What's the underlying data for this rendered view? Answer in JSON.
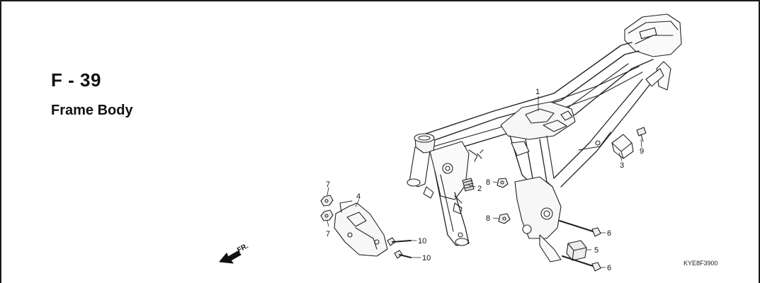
{
  "diagram": {
    "code": "F - 39",
    "title": "Frame Body",
    "reference": "KYE8F3900",
    "direction_label": "FR.",
    "callouts": [
      "1",
      "2",
      "3",
      "4",
      "5",
      "6",
      "6",
      "7",
      "7",
      "8",
      "8",
      "9",
      "10",
      "10"
    ]
  }
}
